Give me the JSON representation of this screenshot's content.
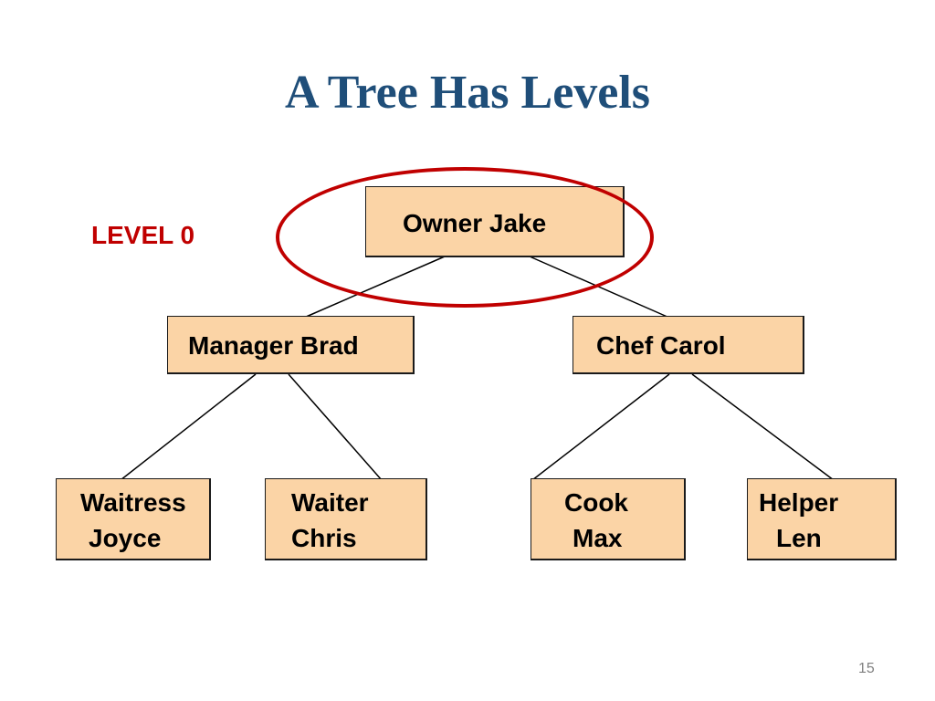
{
  "title": "A Tree Has Levels",
  "level_label": "LEVEL 0",
  "page_number": "15",
  "colors": {
    "title": "#1f4e79",
    "node_fill": "#fbd4a6",
    "node_border": "#1a1a1a",
    "highlight": "#c00000",
    "connector": "#000000"
  },
  "tree": {
    "root": "Owner Jake",
    "level1": {
      "left": "Manager Brad",
      "right": "Chef Carol"
    },
    "level2": [
      {
        "line1": "Waitress",
        "line2": "Joyce"
      },
      {
        "line1": "Waiter",
        "line2": "Chris"
      },
      {
        "line1": "Cook",
        "line2": "Max"
      },
      {
        "line1": "Helper",
        "line2": "Len"
      }
    ]
  }
}
